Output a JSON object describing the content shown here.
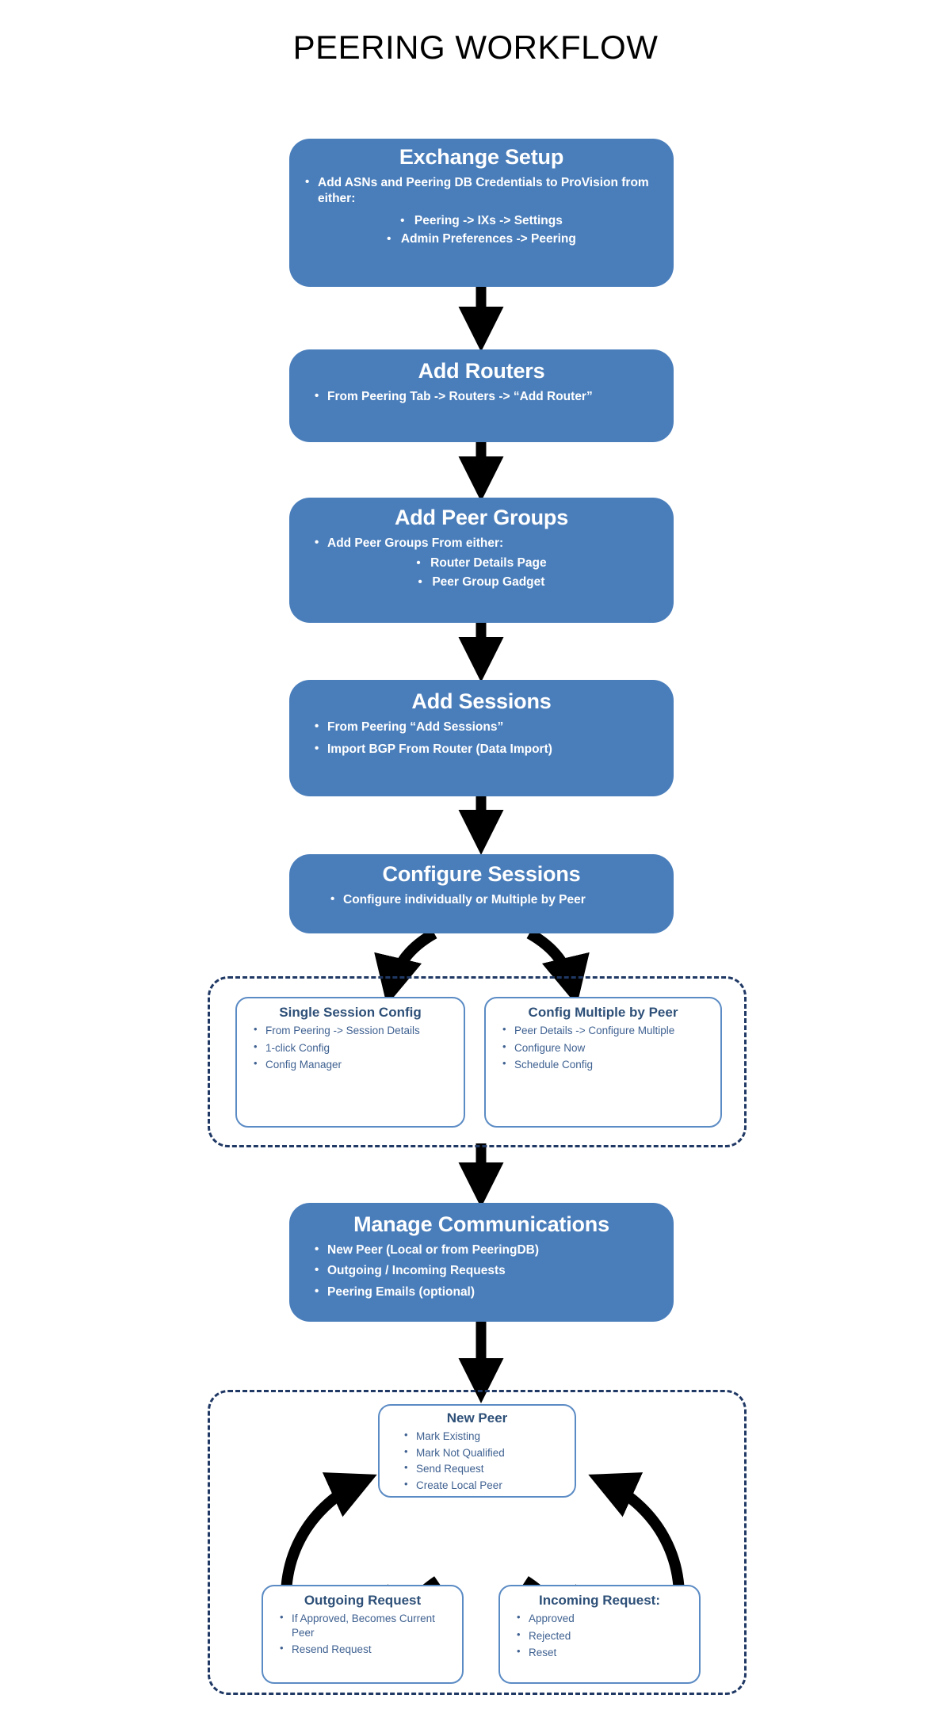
{
  "title": "PEERING WORKFLOW",
  "colors": {
    "step_fill": "#4a7ebb",
    "step_text": "#ffffff",
    "sub_border": "#5b8bc4",
    "sub_title_text": "#2e5078",
    "sub_body_text": "#3f6191",
    "dashed_border": "#1f3864",
    "arrow": "#000000",
    "background": "#ffffff"
  },
  "steps": [
    {
      "id": "exchange-setup",
      "title": "Exchange Setup",
      "bullets": [
        "Add ASNs and Peering DB Credentials to ProVision from either:"
      ],
      "subbullets": [
        "Peering -> IXs -> Settings",
        "Admin Preferences -> Peering"
      ]
    },
    {
      "id": "add-routers",
      "title": "Add Routers",
      "bullets": [
        "From Peering Tab -> Routers -> “Add Router”"
      ],
      "subbullets": []
    },
    {
      "id": "add-peer-groups",
      "title": "Add Peer Groups",
      "bullets": [
        "Add Peer Groups From either:"
      ],
      "subbullets": [
        "Router Details Page",
        "Peer Group Gadget"
      ]
    },
    {
      "id": "add-sessions",
      "title": "Add Sessions",
      "bullets": [
        "From  Peering “Add Sessions”",
        "Import BGP From Router (Data Import)"
      ],
      "subbullets": []
    },
    {
      "id": "configure-sessions",
      "title": "Configure Sessions",
      "bullets": [
        "Configure individually or Multiple by Peer"
      ],
      "subbullets": []
    },
    {
      "id": "manage-communications",
      "title": "Manage Communications",
      "bullets": [
        "New Peer (Local or from PeeringDB)",
        "Outgoing / Incoming Requests",
        "Peering Emails (optional)"
      ],
      "subbullets": []
    }
  ],
  "config_group": {
    "boxes": [
      {
        "id": "single-session-config",
        "title": "Single Session Config",
        "bullets": [
          "From Peering -> Session Details",
          "1-click Config",
          "Config Manager"
        ]
      },
      {
        "id": "config-multiple-by-peer",
        "title": "Config Multiple by Peer",
        "bullets": [
          "Peer Details -> Configure Multiple",
          "Configure Now",
          "Schedule Config"
        ]
      }
    ]
  },
  "peer_group": {
    "boxes": [
      {
        "id": "new-peer",
        "title": "New Peer",
        "bullets": [
          "Mark Existing",
          "Mark Not Qualified",
          "Send Request",
          "Create Local Peer"
        ]
      },
      {
        "id": "outgoing-request",
        "title": "Outgoing Request",
        "bullets": [
          "If Approved, Becomes Current Peer",
          "Resend Request"
        ]
      },
      {
        "id": "incoming-request",
        "title": "Incoming Request:",
        "bullets": [
          "Approved",
          "Rejected",
          "Reset"
        ]
      }
    ]
  },
  "chart_data": {
    "type": "diagram",
    "title": "PEERING WORKFLOW",
    "nodes": [
      "Exchange Setup",
      "Add Routers",
      "Add Peer Groups",
      "Add Sessions",
      "Configure Sessions",
      "Single Session Config",
      "Config Multiple by Peer",
      "Manage Communications",
      "New Peer",
      "Outgoing Request",
      "Incoming Request:"
    ],
    "edges": [
      {
        "from": "Exchange Setup",
        "to": "Add Routers",
        "style": "straight"
      },
      {
        "from": "Add Routers",
        "to": "Add Peer Groups",
        "style": "straight"
      },
      {
        "from": "Add Peer Groups",
        "to": "Add Sessions",
        "style": "straight"
      },
      {
        "from": "Add Sessions",
        "to": "Configure Sessions",
        "style": "straight"
      },
      {
        "from": "Configure Sessions",
        "to": "Single Session Config",
        "style": "curved"
      },
      {
        "from": "Configure Sessions",
        "to": "Config Multiple by Peer",
        "style": "curved"
      },
      {
        "from": "Configure Sessions Group",
        "to": "Manage Communications",
        "style": "straight"
      },
      {
        "from": "Manage Communications",
        "to": "New Peer",
        "style": "straight"
      },
      {
        "from": "New Peer",
        "to": "Outgoing Request",
        "style": "curved"
      },
      {
        "from": "Outgoing Request",
        "to": "New Peer",
        "style": "curved"
      },
      {
        "from": "New Peer",
        "to": "Incoming Request:",
        "style": "curved"
      },
      {
        "from": "Incoming Request:",
        "to": "New Peer",
        "style": "curved"
      }
    ]
  }
}
